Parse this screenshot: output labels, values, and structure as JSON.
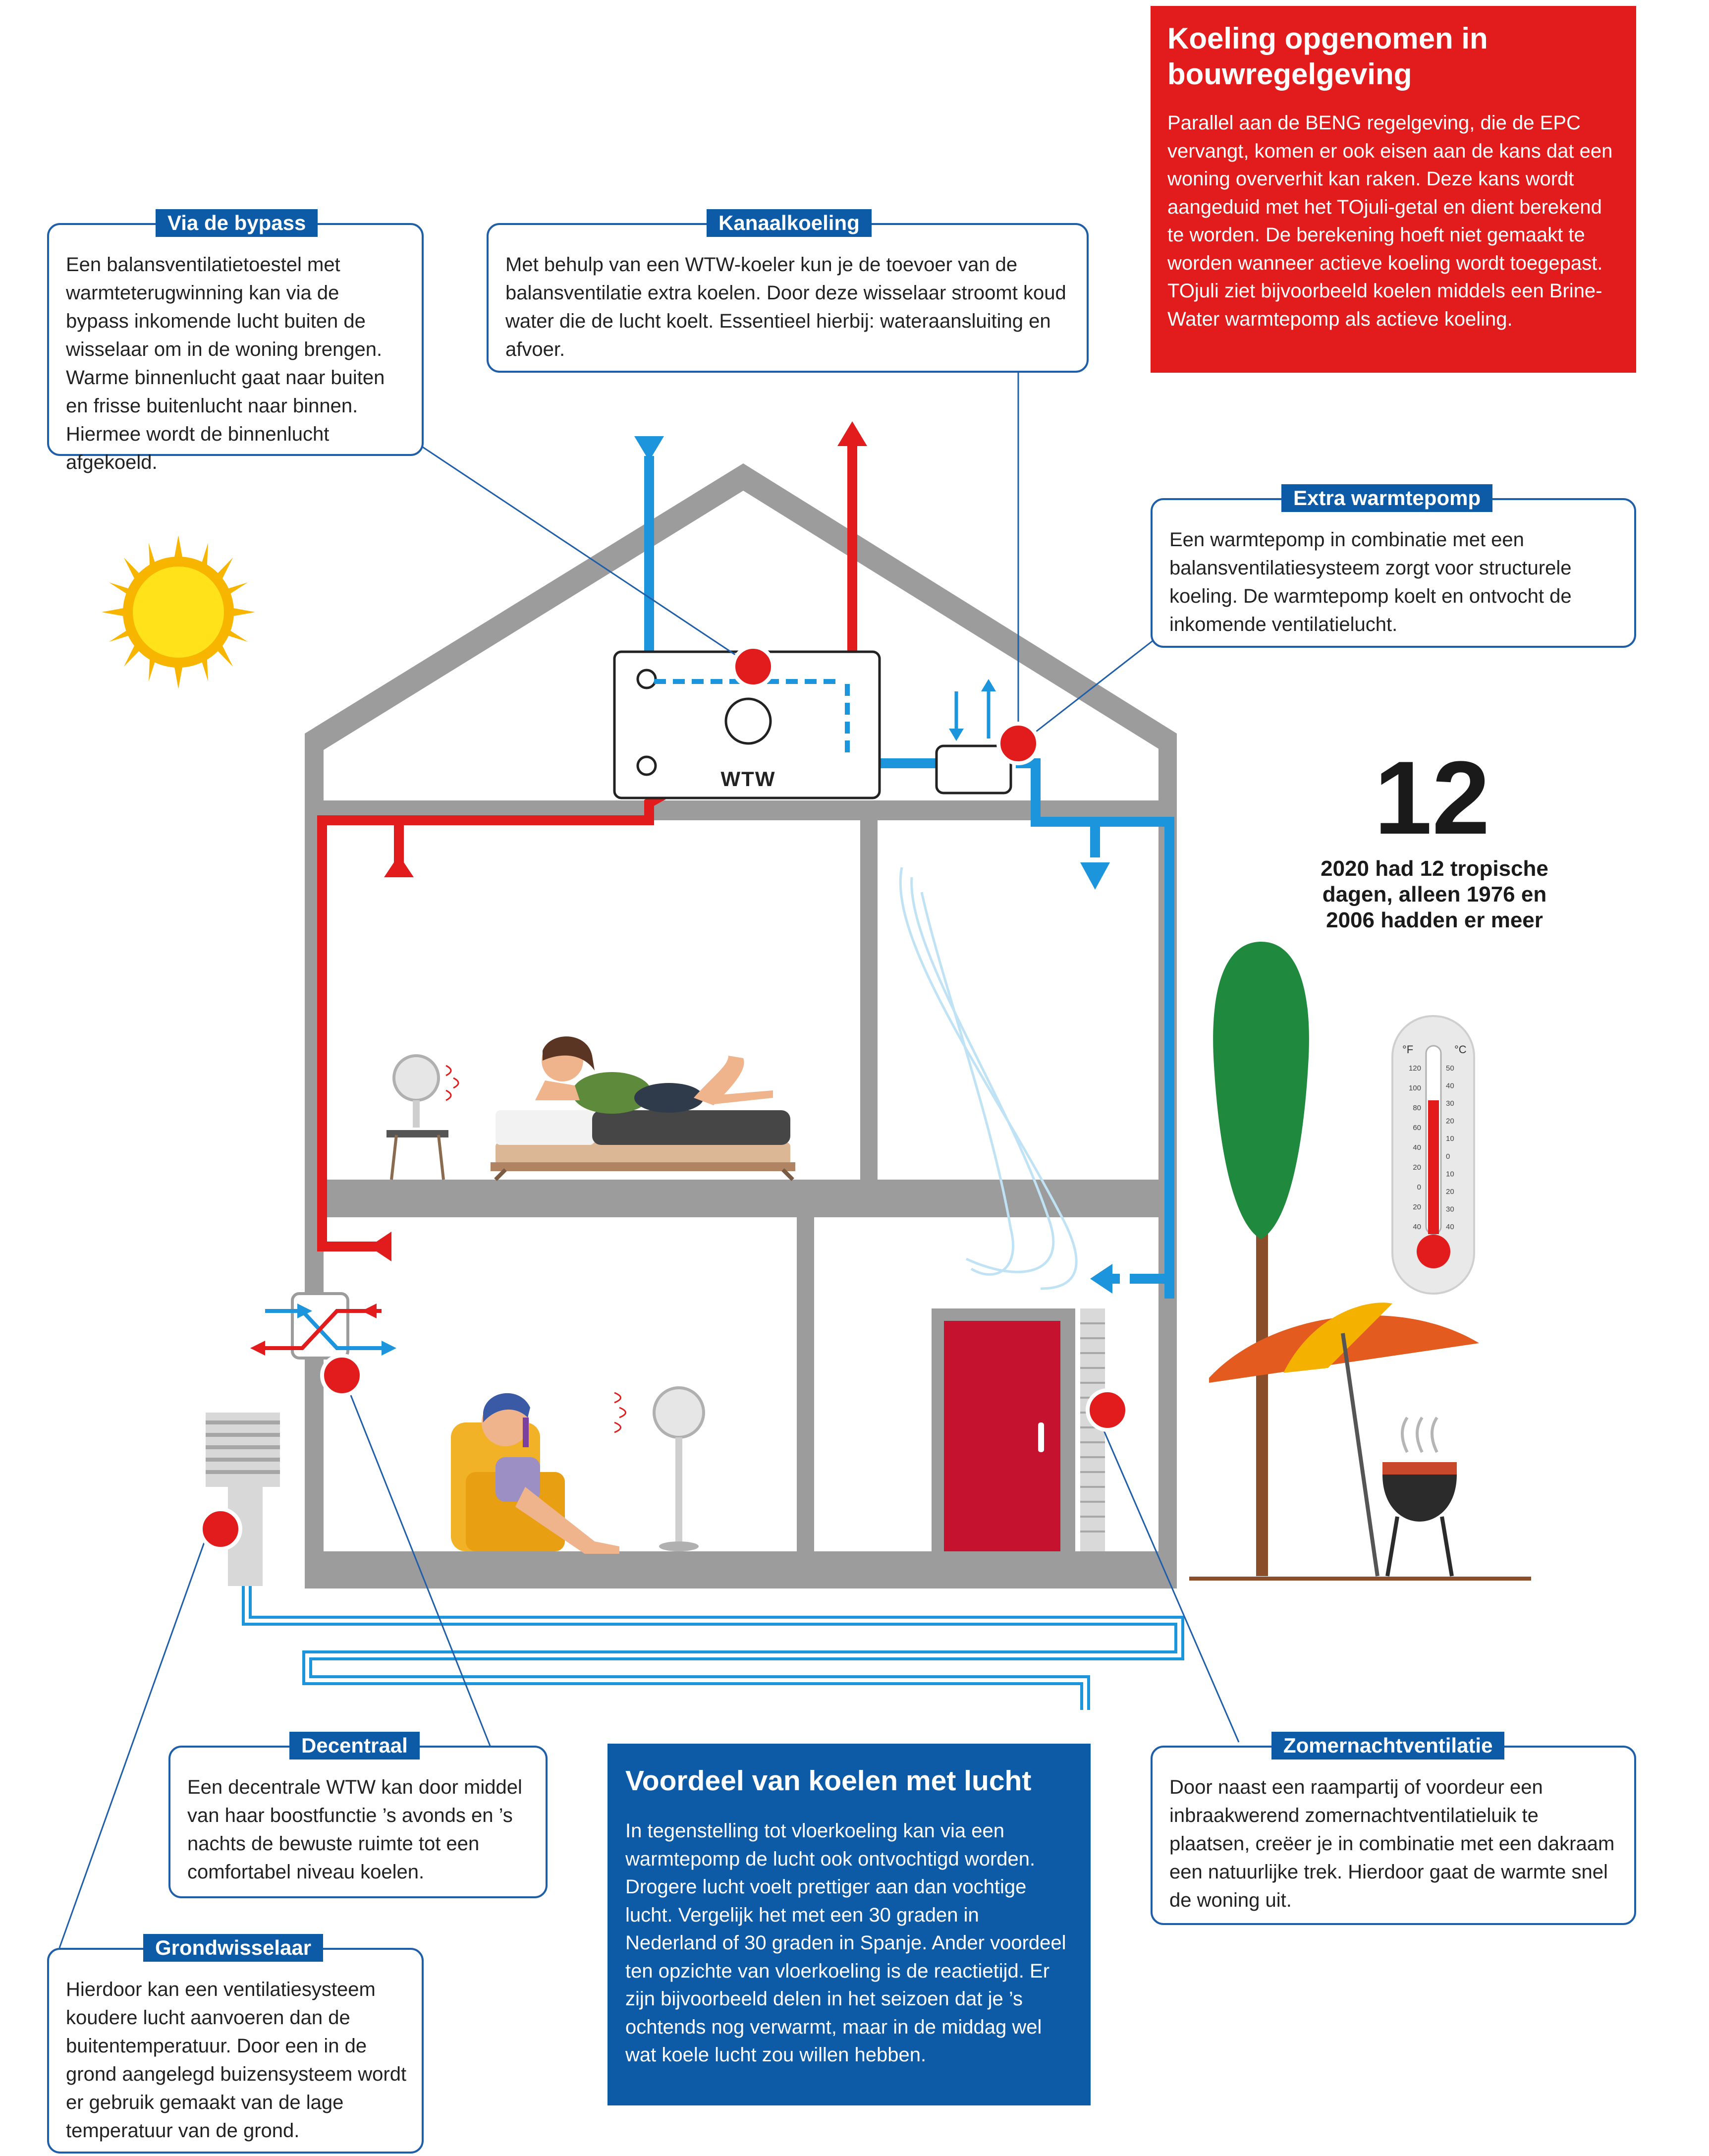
{
  "panels": {
    "regulation": {
      "title": "Koeling opgenomen in bouwregelgeving",
      "text": "Parallel aan de BENG regelgeving, die de EPC vervangt, komen er ook eisen aan de kans dat een woning oververhit kan raken. Deze kans wordt aangeduid met het TOjuli-getal en dient berekend te worden. De berekening hoeft niet gemaakt te worden wanneer actieve koeling wordt toegepast. TOjuli ziet bijvoorbeeld koelen middels een Brine-Water warmtepomp als actieve koeling."
    },
    "advantage": {
      "title": "Voordeel van koelen met lucht",
      "text": "In tegenstelling tot vloerkoeling kan via een warmtepomp de lucht ook ontvochtigd worden. Drogere lucht voelt prettiger aan dan vochtige lucht. Vergelijk het met een 30 graden in Nederland of 30 graden in Spanje. Ander voordeel ten opzichte van vloerkoeling is de reactietijd. Er zijn bijvoorbeeld delen in het seizoen dat je ’s ochtends nog verwarmt, maar in de middag wel wat koele lucht zou willen hebben."
    }
  },
  "callouts": {
    "bypass": {
      "label": "Via de bypass",
      "text": "Een balansventilatietoestel met warmteterugwinning kan via de bypass inkomende lucht buiten de wisselaar om in de woning brengen. Warme binnenlucht gaat naar buiten en frisse buitenlucht naar binnen. Hiermee wordt de binnenlucht afgekoeld."
    },
    "duct": {
      "label": "Kanaalkoeling",
      "text": "Met behulp van een WTW-koeler kun je de toevoer van de balansventilatie extra koelen. Door deze wisselaar stroomt koud water die de lucht koelt. Essentieel hierbij: wateraansluiting en afvoer."
    },
    "heatpump": {
      "label": "Extra warmtepomp",
      "text": "Een warmtepomp in combinatie met een balansventilatiesysteem zorgt voor structurele koeling. De warmtepomp koelt en ontvocht de inkomende ventilatielucht."
    },
    "decentral": {
      "label": "Decentraal",
      "text": "Een decentrale WTW kan door middel van haar boostfunctie ’s avonds en ’s nachts de bewuste ruimte tot een comfortabel niveau koelen."
    },
    "ground": {
      "label": "Grondwisselaar",
      "text": "Hierdoor kan een ventilatiesysteem koudere lucht aanvoeren dan de buitentemperatuur. Door een in de grond aangelegd buizensysteem wordt er gebruik gemaakt van de lage temperatuur van de grond."
    },
    "summernight": {
      "label": "Zomernachtventilatie",
      "text": "Door naast een raampartij of voordeur een inbraakwerend zomernachtventilatieluik te plaatsen, creëer je in combinatie met een dakraam een natuurlijke trek. Hierdoor gaat de warmte snel de woning uit."
    }
  },
  "stat": {
    "number": "12",
    "text": "2020 had 12 tropische dagen, alleen 1976 en 2006 hadden er meer"
  },
  "diagram": {
    "unit_label": "WTW",
    "thermometer": {
      "unit_f": "°F",
      "unit_c": "°C",
      "f_ticks": [
        "120",
        "100",
        "80",
        "60",
        "40",
        "20",
        "0",
        "20",
        "40"
      ],
      "c_ticks": [
        "50",
        "40",
        "30",
        "20",
        "10",
        "0",
        "10",
        "20",
        "30",
        "40"
      ]
    }
  },
  "colors": {
    "red": "#e21c1c",
    "blue": "#0d5aa7",
    "duct_blue": "#1d95dc",
    "wall_gray": "#9c9c9c"
  }
}
